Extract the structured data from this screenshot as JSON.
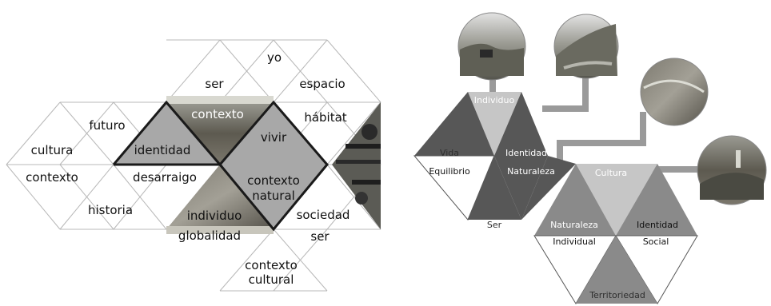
{
  "left_diagram": {
    "labels": {
      "yo": "yo",
      "ser_top": "ser",
      "espacio": "espacio",
      "futuro": "futuro",
      "contexto_photo": "contexto",
      "habitat": "hábitat",
      "cultura": "cultura",
      "identidad": "identidad",
      "vivir": "vivir",
      "contexto_left": "contexto",
      "desarraigo": "desarraigo",
      "contexto_natural_1": "contexto",
      "contexto_natural_2": "natural",
      "historia": "historia",
      "individuo": "individuo",
      "sociedad": "sociedad",
      "globalidad": "globalidad",
      "ser_bottom": "ser",
      "contexto_cultural_1": "contexto",
      "contexto_cultural_2": "cultural"
    },
    "colors": {
      "stroke": "#b8b8b8",
      "bold": "#1a1a1a",
      "gray_fill": "#a8a8a8",
      "photo_fill": "#6e6b60"
    }
  },
  "right_diagram": {
    "labels": {
      "individuo": "Individuo",
      "vida": "Vida",
      "identidad_top": "Identidad",
      "equilibrio": "Equilibrio",
      "naturaleza_top": "Naturaleza",
      "cultura": "Cultura",
      "ser": "Ser",
      "naturaleza_bottom": "Naturaleza",
      "identidad_bottom": "Identidad",
      "individual": "Individual",
      "social": "Social",
      "territoriedad": "Territoriedad"
    },
    "colors": {
      "dark": "#575757",
      "light": "#c6c6c6",
      "mid": "#8a8a8a",
      "white": "#ffffff",
      "connector": "#9a9a9a"
    }
  }
}
